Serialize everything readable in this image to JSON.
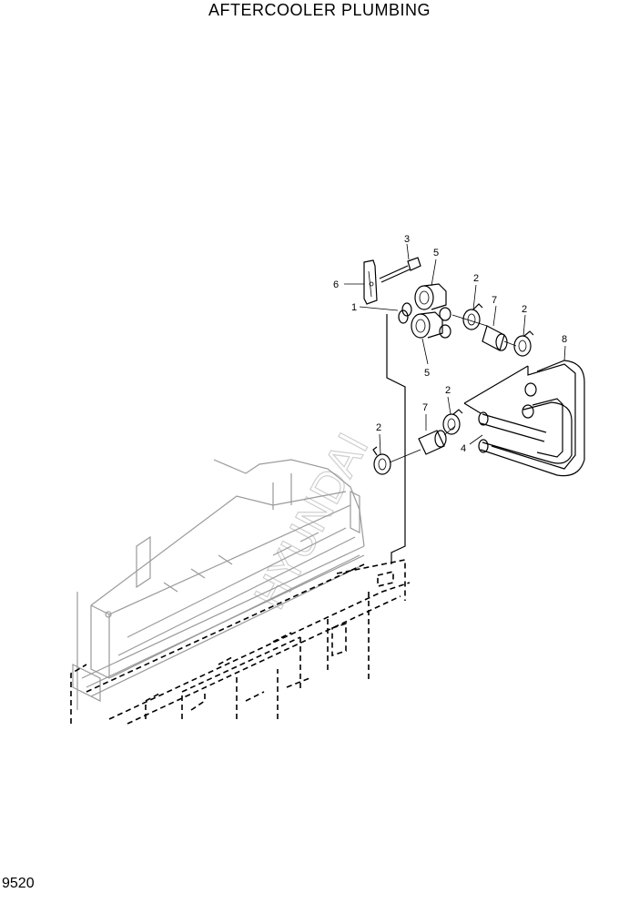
{
  "title": "AFTERCOOLER PLUMBING",
  "page_number": "9520",
  "callouts": {
    "c1": "1",
    "c2a": "2",
    "c2b": "2",
    "c2c": "2",
    "c2d": "2",
    "c3": "3",
    "c4": "4",
    "c5a": "5",
    "c5b": "5",
    "c6": "6",
    "c7a": "7",
    "c7b": "7",
    "c8": "8"
  }
}
